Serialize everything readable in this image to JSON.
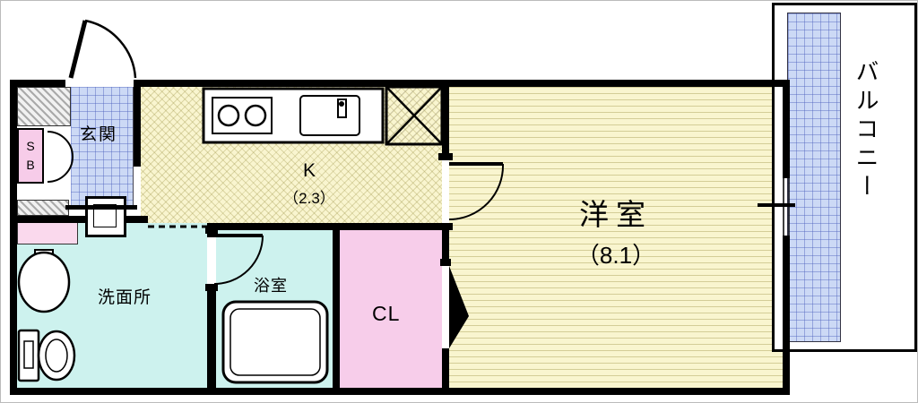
{
  "rooms": {
    "balcony": "バルコニー",
    "western": "洋室",
    "western_size": "（8.1）",
    "kitchen": "K",
    "kitchen_size": "（2.3）",
    "entrance": "玄関",
    "washroom": "洗面所",
    "bathroom": "浴室",
    "closet": "CL",
    "shoebox_s": "S",
    "shoebox_b": "B"
  },
  "colors": {
    "wall": "#000000",
    "room_yellow": "#f9f5cf",
    "wet_cyan": "#cdf2ee",
    "closet_pink": "#f7cdea",
    "counter_pink": "#fad9ed",
    "grid_blue": "#ccd9f5",
    "hatch_gray": "#aaaaaa"
  }
}
